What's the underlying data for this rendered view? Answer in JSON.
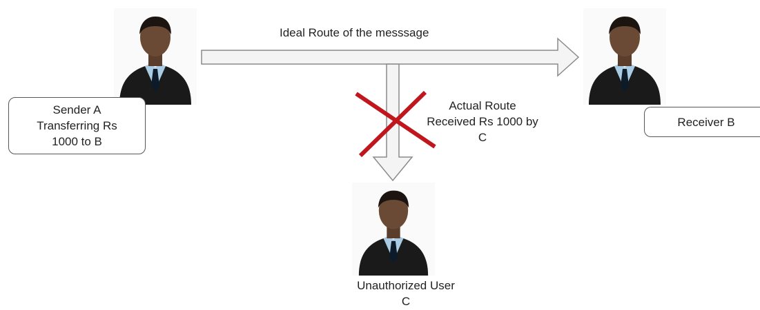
{
  "sender": {
    "lines": [
      "Sender A",
      "Transferring Rs",
      "1000 to B"
    ]
  },
  "receiver": {
    "label": "Receiver B"
  },
  "unauthorized": {
    "lines": [
      "Unauthorized User",
      "C"
    ]
  },
  "ideal_route": {
    "label": "Ideal Route of the messsage"
  },
  "actual_route": {
    "lines": [
      "Actual Route",
      "Received Rs 1000 by",
      "C"
    ]
  },
  "colors": {
    "arrow_fill": "#f4f4f4",
    "arrow_stroke": "#8a8a8a",
    "cross": "#c0161d",
    "suit": "#1a1a1a",
    "skin": "#6b4a35",
    "shirt": "#a9cbe3",
    "tie": "#0c1a2a"
  },
  "icons": {
    "person": "businessman-icon",
    "cross": "red-x-icon"
  }
}
